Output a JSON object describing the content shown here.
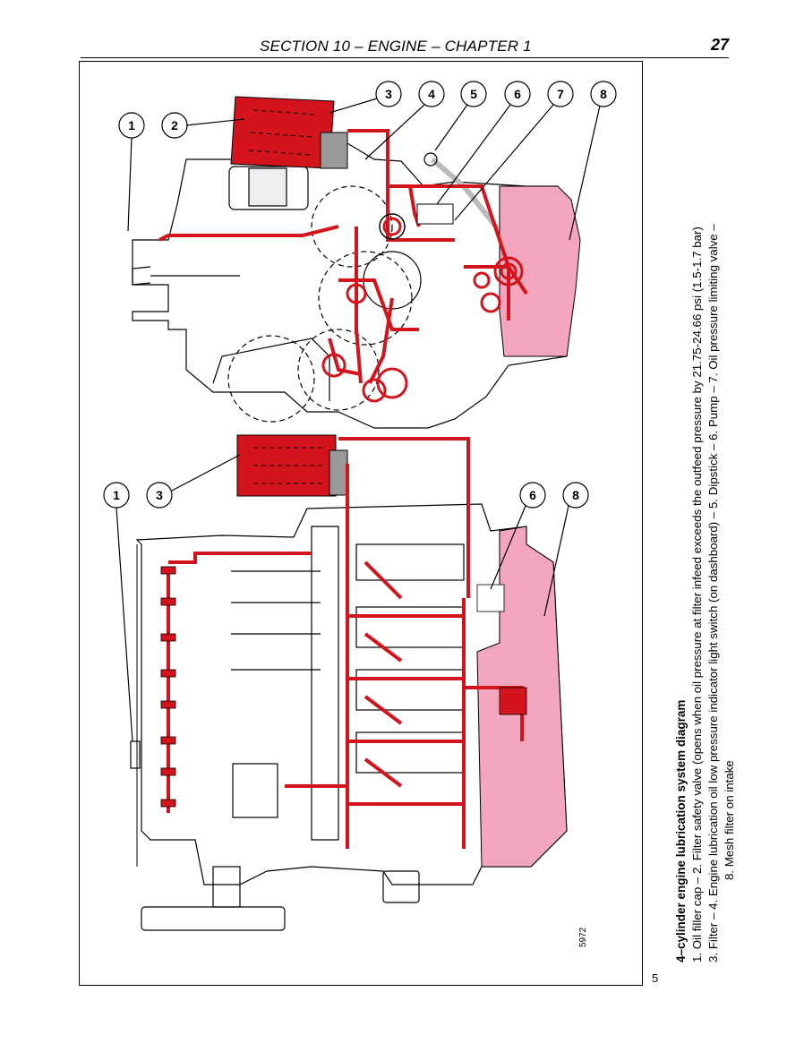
{
  "header": {
    "title": "SECTION 10 – ENGINE – CHAPTER 1",
    "page": "27"
  },
  "figure": {
    "number": "5",
    "code": "5972",
    "callouts_top": [
      "1",
      "2",
      "3",
      "4",
      "5",
      "6",
      "7",
      "8"
    ],
    "callouts_bottom": [
      "1",
      "3",
      "6",
      "8"
    ],
    "colors": {
      "oil": "#d4141c",
      "sump": "#f4a6be",
      "outline": "#000000"
    }
  },
  "caption": {
    "title": "4–cylinder engine lubrication system diagram",
    "line1": "1. Oil filler cap – 2. Filter safety valve (opens when oil pressure at filter infeed exceeds the outfeed pressure by 21.75-24.66 psi (1.5-1.7 bar)",
    "line2": "3. Filter – 4. Engine lubrication oil low pressure indicator light switch (on dashboard) – 5. Dipstick – 6. Pump – 7. Oil pressure limiting valve –",
    "line3": "8. Mesh filter on intake"
  }
}
